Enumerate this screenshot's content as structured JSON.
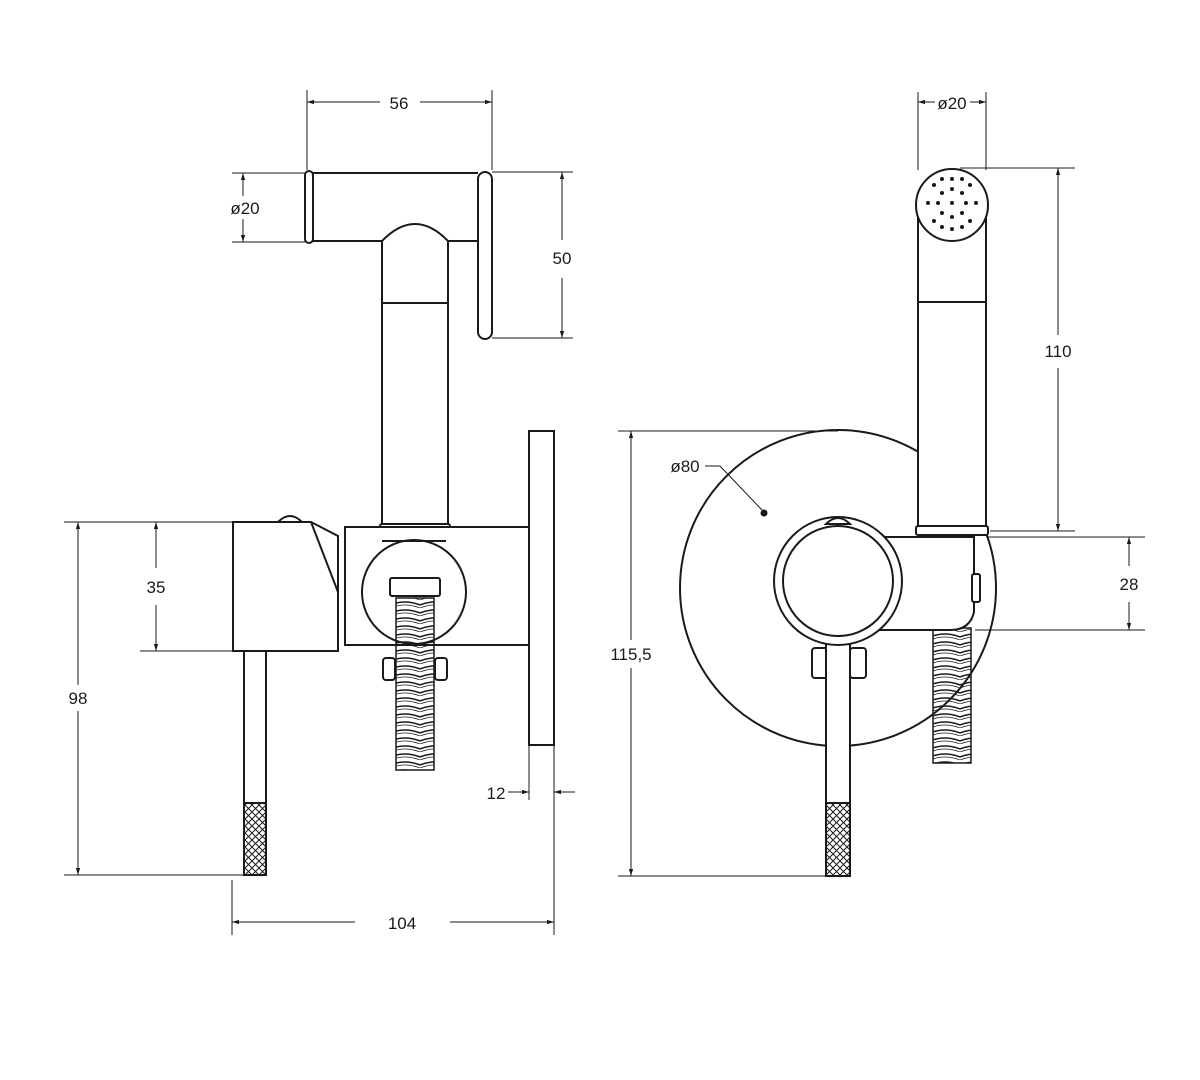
{
  "drawing": {
    "colors": {
      "line": "#1a1a1a",
      "background": "#ffffff"
    },
    "side_view": {
      "dims": {
        "width_handle": "56",
        "dia_head": "ø20",
        "height_head": "50",
        "height_lever": "35",
        "height_total": "98",
        "flange_thickness": "12",
        "width_total": "104"
      }
    },
    "front_view": {
      "dims": {
        "dia_head": "ø20",
        "height_handle": "110",
        "dia_flange": "ø80",
        "height_total": "115,5",
        "height_holder": "28"
      }
    }
  }
}
